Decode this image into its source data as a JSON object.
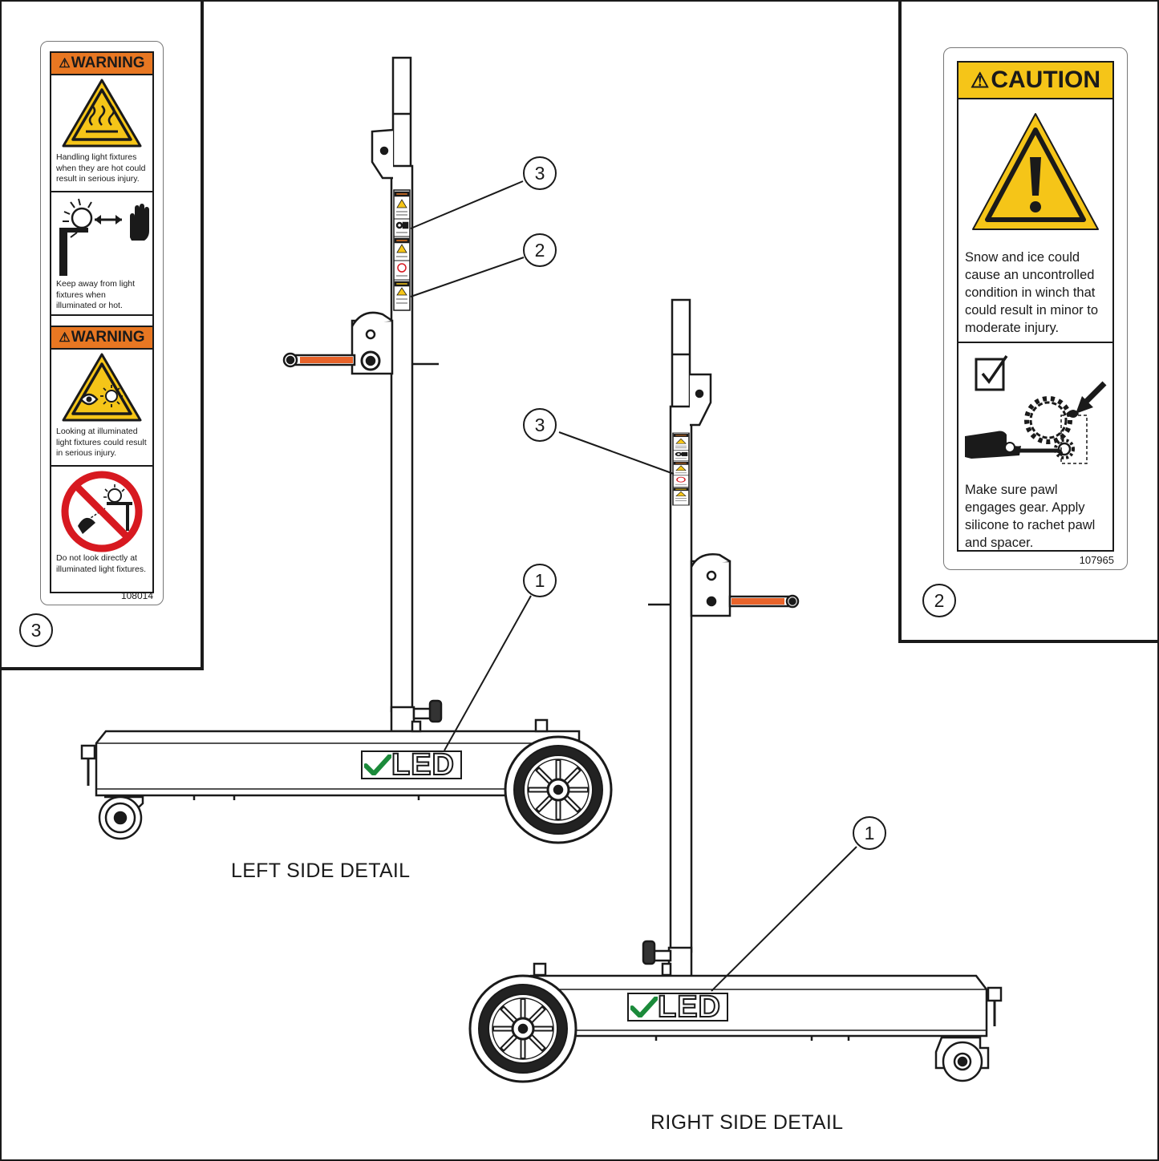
{
  "decal_108014": {
    "panel_number": "3",
    "part_number": "108014",
    "sections": [
      {
        "header": "WARNING",
        "header_icon": "alert-triangle-icon",
        "pictogram": "hot-surface-icon",
        "text": "Handling light fixtures when they are hot could result in serious injury."
      },
      {
        "pictogram": "keep-away-hand-icon",
        "text": "Keep away from light fixtures when illuminated or hot."
      },
      {
        "header": "WARNING",
        "header_icon": "alert-triangle-icon",
        "pictogram": "bright-light-eye-icon",
        "text": "Looking at illuminated light fixtures could result in serious injury."
      },
      {
        "pictogram": "do-not-look-icon",
        "text": "Do not look directly at illuminated light fixtures."
      }
    ]
  },
  "decal_107965": {
    "panel_number": "2",
    "part_number": "107965",
    "header": "CAUTION",
    "header_icon": "alert-triangle-icon",
    "pictogram": "exclamation-triangle-icon",
    "text": "Snow and ice could cause an uncontrolled condition in winch that could result in minor to moderate injury.",
    "instruction_icon": "checkbox-check-icon",
    "instruction_pictogram": "pawl-gear-hand-icon",
    "instruction_text": "Make sure pawl engages gear. Apply silicone to rachet pawl and spacer."
  },
  "left_view": {
    "label": "LEFT SIDE DETAIL",
    "logo": "LED",
    "callouts": [
      "3",
      "2",
      "1"
    ]
  },
  "right_view": {
    "label": "RIGHT SIDE DETAIL",
    "logo": "LED",
    "callouts": [
      "3",
      "1"
    ]
  },
  "colors": {
    "warning_orange": "#e87722",
    "caution_yellow": "#f5c518",
    "prohibit_red": "#d71920",
    "logo_check_green": "#1b8a3a",
    "winch_handle_orange": "#e8632a",
    "line": "#1a1a1a"
  }
}
